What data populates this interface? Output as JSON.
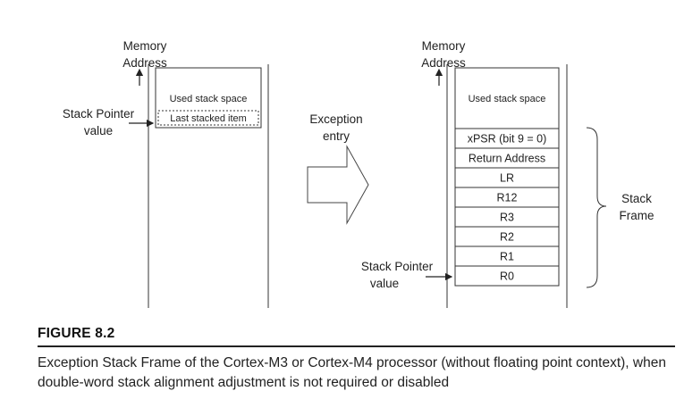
{
  "left": {
    "memory_label": [
      "Memory",
      "Address"
    ],
    "sp_label": [
      "Stack Pointer",
      "value"
    ],
    "used_label": "Used stack space",
    "last_label": "Last stacked item"
  },
  "arrow": {
    "label": [
      "Exception",
      "entry"
    ]
  },
  "right": {
    "memory_label": [
      "Memory",
      "Address"
    ],
    "sp_label": [
      "Stack Pointer",
      "value"
    ],
    "used_label": "Used stack space",
    "frame_items": [
      "xPSR (bit 9 = 0)",
      "Return Address",
      "LR",
      "R12",
      "R3",
      "R2",
      "R1",
      "R0"
    ],
    "frame_label": [
      "Stack",
      "Frame"
    ]
  },
  "figure": {
    "label": "FIGURE 8.2",
    "caption": "Exception Stack Frame of the Cortex-M3 or Cortex-M4 processor (without floating point context), when double-word stack alignment adjustment is not required or disabled"
  }
}
